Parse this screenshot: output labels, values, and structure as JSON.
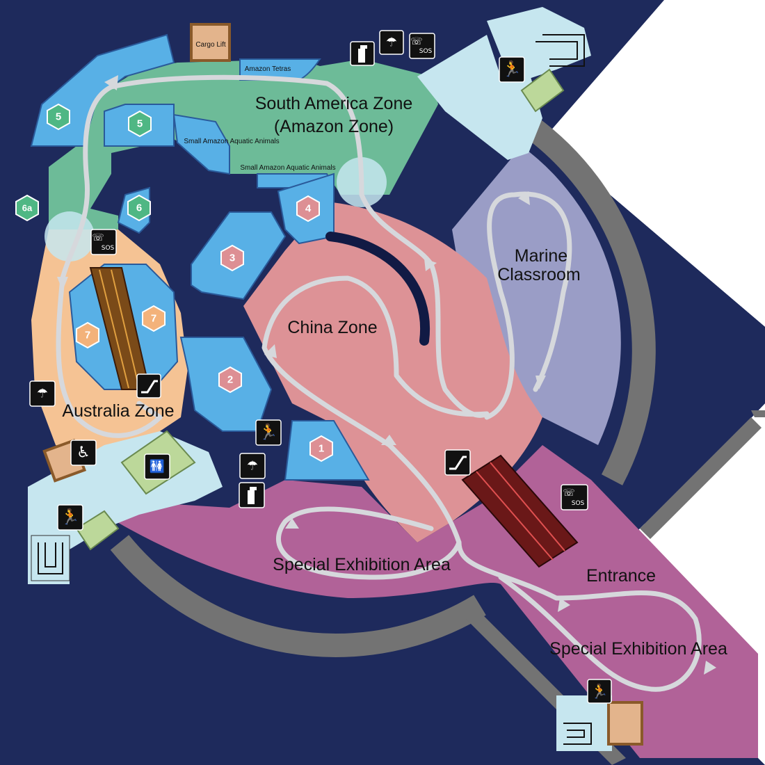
{
  "zones": {
    "south_america": {
      "line1": "South America Zone",
      "line2": "(Amazon Zone)",
      "color": "#6dbb98"
    },
    "china": {
      "label": "China Zone",
      "color": "#dd9296"
    },
    "marine": {
      "line1": "Marine",
      "line2": "Classroom",
      "color": "#9a9dc6"
    },
    "australia": {
      "label": "Australia Zone",
      "color": "#f5c394"
    },
    "special_1": {
      "label": "Special Exhibition Area",
      "color": "#b16298"
    },
    "special_2": {
      "label": "Special Exhibition Area"
    },
    "entrance": {
      "label": "Entrance"
    }
  },
  "rooms": {
    "cargo_lift": "Cargo Lift",
    "amazon_tetras": "Amazon Tetras",
    "small_amazon_1": "Small Amazon Aquatic Animals",
    "small_amazon_2": "Small Amazon Aquatic Animals"
  },
  "exhibit_numbers": [
    "5",
    "5",
    "6a",
    "6",
    "4",
    "3",
    "7",
    "7",
    "2",
    "1"
  ],
  "icons": {
    "sos": "SOS"
  },
  "colors": {
    "background": "#1e2a5c",
    "tank": "#58b0e6",
    "corridor": "#c6e6ef",
    "wall": "#737373",
    "route": "#d6d8dc",
    "restroom": "#bcd89a",
    "stairs": "#c6e6ef",
    "lift": "#e3b48c"
  }
}
